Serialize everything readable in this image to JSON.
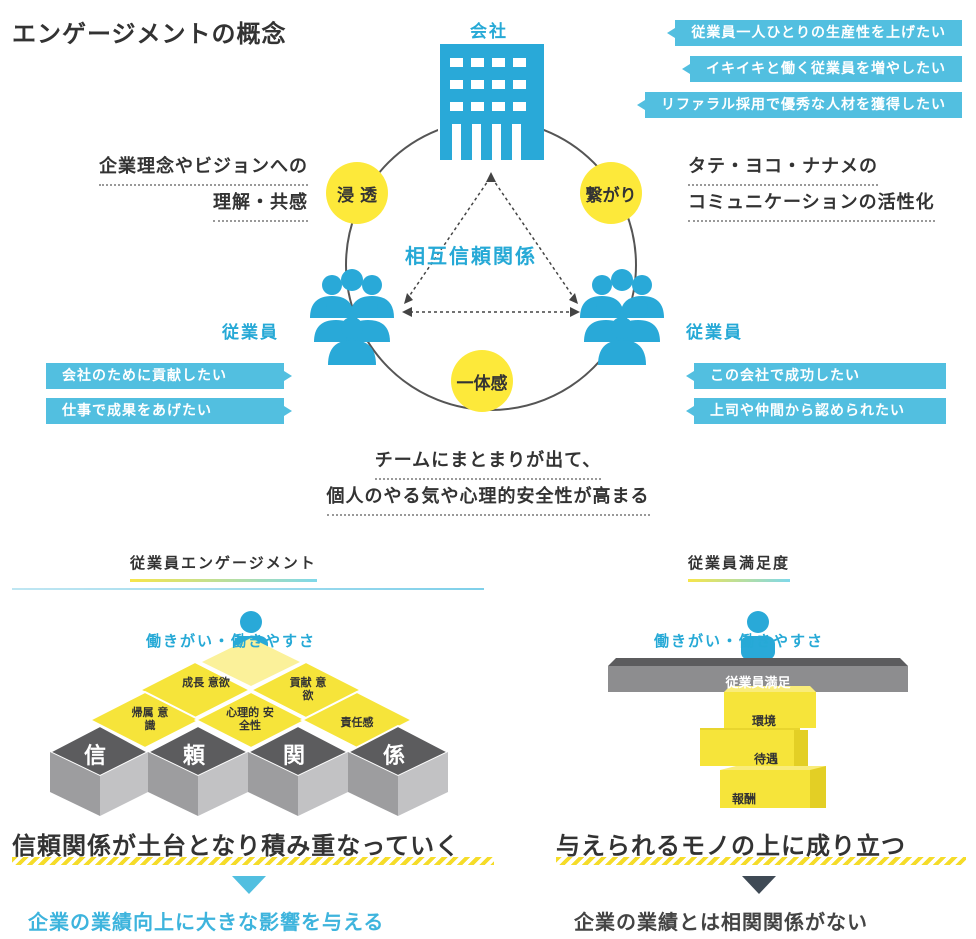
{
  "title": "エンゲージメントの概念",
  "company": {
    "label": "会社",
    "wishes": [
      "従業員一人ひとりの生産性を上げたい",
      "イキイキと働く従業員を増やしたい",
      "リファラル採用で優秀な人材を獲得したい"
    ]
  },
  "left_text": {
    "line1": "企業理念やビジョンへの",
    "line2": "理解・共感"
  },
  "right_text": {
    "line1": "タテ・ヨコ・ナナメの",
    "line2": "コミュニケーションの活性化"
  },
  "circles": {
    "permeation": "浸 透",
    "connection": "繋がり",
    "unity": "一体感"
  },
  "center_label": "相互信頼関係",
  "employee_left": {
    "label": "従業員",
    "wishes": [
      "会社のために貢献したい",
      "仕事で成果をあげたい"
    ]
  },
  "employee_right": {
    "label": "従業員",
    "wishes": [
      "この会社で成功したい",
      "上司や仲間から認められたい"
    ]
  },
  "summary": {
    "line1": "チームにまとまりが出て、",
    "line2": "個人のやる気や心理的安全性が高まる"
  },
  "engagement": {
    "heading": "従業員エンゲージメント",
    "top_label": "働きがい・働きやすさ",
    "yellow_blocks": [
      "成長 意欲",
      "貢献 意欲",
      "帰属 意識",
      "心理的 安全性",
      "責任感"
    ],
    "foundation": [
      "信",
      "頼",
      "関",
      "係"
    ],
    "statement": "信頼関係が土台となり積み重なっていく",
    "result": "企業の業績向上に大きな影響を与える"
  },
  "satisfaction": {
    "heading": "従業員満足度",
    "top_label": "働きがい・働きやすさ",
    "plank": "従業員満足",
    "boxes": [
      "環境",
      "待遇",
      "報酬"
    ],
    "statement": "与えられるモノの上に成り立つ",
    "result": "企業の業績とは相関関係がない"
  },
  "colors": {
    "blue": "#52bfe0",
    "yellow": "#fde93a",
    "dark_gray": "#5a5a5c",
    "text": "#333333"
  }
}
